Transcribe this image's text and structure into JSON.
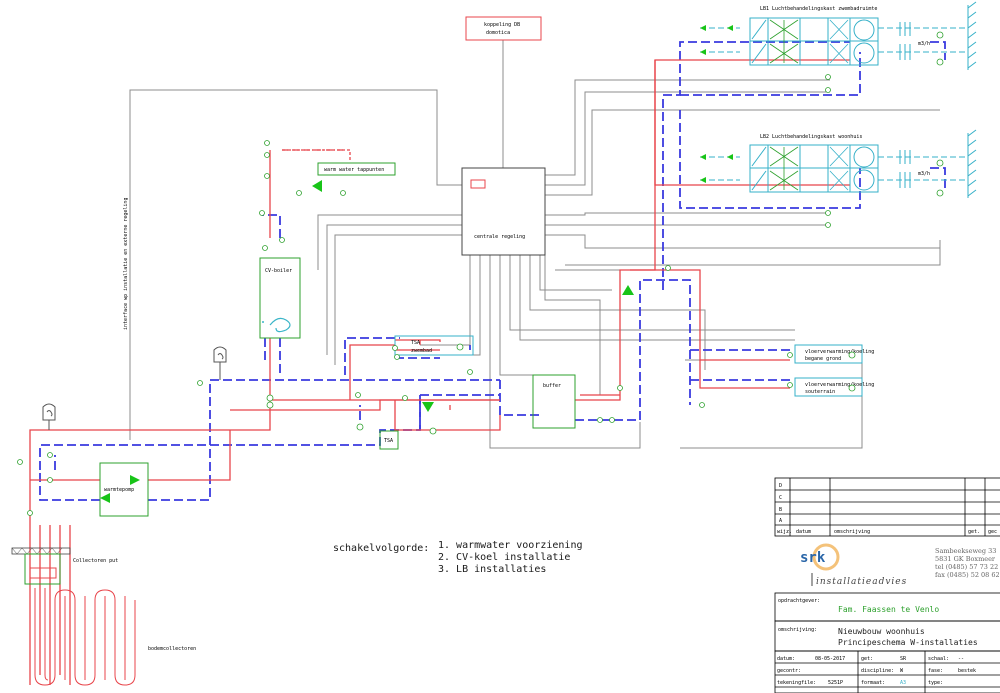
{
  "labels": {
    "koppeling": [
      "koppeling DB",
      "domotica"
    ],
    "lb1_title": "LB1 Luchtbehandelingskast zwembadruimte",
    "lb2_title": "LB2 Luchtbehandelingskast woonhuis",
    "lb1_flow": "m3/h",
    "lb2_flow": "m3/h",
    "warm_water": "warm water tappunten",
    "cv_boiler": "CV-boiler",
    "centrale": "centrale regeling",
    "interface": "interface wp installatie en externe regeling",
    "tsa_top": "TSA",
    "zwembad": "zwembad",
    "tsa_bottom": "TSA",
    "buffer": "buffer",
    "warmtepomp": "warmtepomp",
    "collectoren_put": "Collectoren put",
    "bodemcollectoren": "bodemcollectoren",
    "vloer1": [
      "vloerverwarming/koeling",
      "begane grond"
    ],
    "vloer2": [
      "vloerverwarming/koeling",
      "souterrain"
    ]
  },
  "sequence": {
    "title": "schakelvolgorde:",
    "items": [
      "1. warmwater voorziening",
      "2. CV-koel installatie",
      "3. LB installaties"
    ]
  },
  "title_block": {
    "revisions": [
      "D",
      "C",
      "B",
      "A"
    ],
    "rev_header": [
      "wijz.",
      "datum",
      "omschrijving",
      "get.",
      "gec"
    ],
    "company_logo": "srk",
    "company_sub": "installatieadvies",
    "address": [
      "Sambeekseweg 33",
      "5831 GK Boxmeer",
      "tel (0485) 57 73 22",
      "fax (0485) 52 08 62"
    ],
    "opdrachtgever_label": "opdrachtgever:",
    "opdrachtgever": "Fam. Faassen te Venlo",
    "omschrijving_label": "omschrijving:",
    "omschrijving": [
      "Nieuwbouw woonhuis",
      "Principeschema W-installaties"
    ],
    "rows": [
      [
        "datum:",
        "08-05-2017",
        "get:",
        "SR",
        "schaal:",
        "--"
      ],
      [
        "gecontr:",
        "",
        "discipline:",
        "W",
        "fase:",
        "bestek"
      ],
      [
        "tekeningfile:",
        "5251P",
        "formaat:",
        "A3",
        "type:",
        ""
      ]
    ]
  },
  "colors": {
    "supply": "#e8454b",
    "return": "#3a3adf",
    "control": "#8c8c8c",
    "unit": "#35b0c8",
    "pump": "#18c418",
    "box": "#2ea12e"
  }
}
